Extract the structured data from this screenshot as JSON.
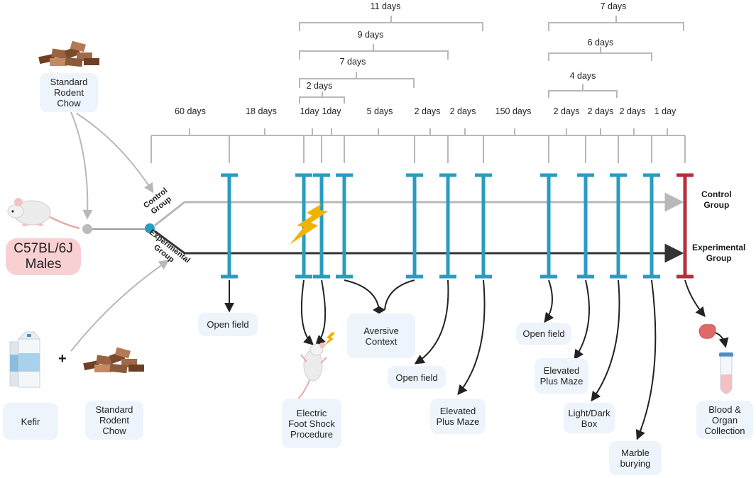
{
  "top_spans": [
    {
      "label": "11 days"
    },
    {
      "label": "9 days"
    },
    {
      "label": "7 days"
    },
    {
      "label": "2 days"
    },
    {
      "label": "7 days"
    },
    {
      "label": "6 days"
    },
    {
      "label": "4 days"
    }
  ],
  "intervals": [
    {
      "label": "60 days"
    },
    {
      "label": "18 days"
    },
    {
      "label": "1day"
    },
    {
      "label": "1day"
    },
    {
      "label": "5 days"
    },
    {
      "label": "2 days"
    },
    {
      "label": "2 days"
    },
    {
      "label": "150 days"
    },
    {
      "label": "2 days"
    },
    {
      "label": "2 days"
    },
    {
      "label": "2 days"
    },
    {
      "label": "1 day"
    }
  ],
  "inputs": {
    "chow_top": "Standard\nRodent\nChow",
    "strain": "C57BL/6J\nMales",
    "kefir": "Kefir",
    "plus": "+",
    "chow_bottom": "Standard\nRodent\nChow"
  },
  "groups": {
    "control_rot": "Control\nGroup",
    "experimental_rot": "Experimental\nGroup",
    "control_right": "Control\nGroup",
    "experimental_right": "Experimental\nGroup"
  },
  "tests": [
    {
      "label": "Open field"
    },
    {
      "label": "Electric\nFoot Shock\nProcedure"
    },
    {
      "label": "Aversive\nContext"
    },
    {
      "label": "Open field"
    },
    {
      "label": "Elevated\nPlus Maze"
    },
    {
      "label": "Open field"
    },
    {
      "label": "Elevated\nPlus Maze"
    },
    {
      "label": "Light/Dark\nBox"
    },
    {
      "label": "Marble\nburying"
    },
    {
      "label": "Blood &\nOrgan\nCollection"
    }
  ],
  "colors": {
    "timepoint_marker": "#2a9cc0",
    "final_marker": "#b5303a",
    "control_line": "#b8b8b8",
    "experimental_line": "#333333",
    "box_fill": "#eef4fb",
    "strain_fill": "#f8d0d2",
    "lightning": "#f2b300",
    "chow": "#8b5a3c"
  },
  "icons": [
    "chow-pellets-icon",
    "mouse-icon",
    "kefir-carton-icon",
    "lightning-icon",
    "tissue-icon",
    "blood-tube-icon"
  ]
}
